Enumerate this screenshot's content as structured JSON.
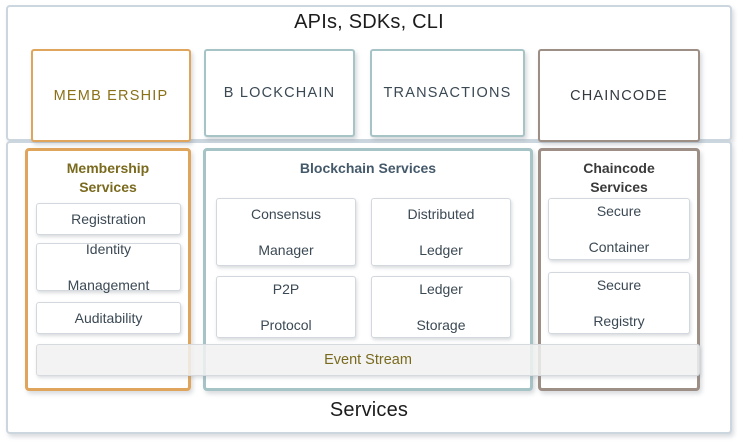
{
  "diagram": {
    "title_top": "APIs, SDKs, CLI",
    "title_bottom": "Services",
    "colors": {
      "membership_accent": "#e0a55c",
      "blockchain_accent": "#a6c3c6",
      "chaincode_accent": "#9d8e86",
      "frame_border": "#ccd6de",
      "membership_text": "#7a6a1e",
      "blockchain_text": "#44596a",
      "chaincode_text": "#3b3b3b",
      "box_text": "#3b4954"
    }
  },
  "interfaces": [
    {
      "id": "membership",
      "label": "MEMB ERSHIP"
    },
    {
      "id": "blockchain",
      "label": "B LOCKCHAIN"
    },
    {
      "id": "transactions",
      "label": "TRANSACTIONS"
    },
    {
      "id": "chaincode",
      "label": "CHAINCODE"
    }
  ],
  "panels": {
    "membership": {
      "title": "Membership\nServices",
      "title_line1": "Membership",
      "title_line2": "Services",
      "boxes": [
        {
          "id": "registration",
          "label": "Registration"
        },
        {
          "id": "identity",
          "label": "Identity\nManagement",
          "line1": "Identity",
          "line2": "Management"
        },
        {
          "id": "auditability",
          "label": "Auditability"
        }
      ]
    },
    "blockchain": {
      "title": "Blockchain Services",
      "boxes": [
        {
          "id": "consensus",
          "line1": "Consensus",
          "line2": "Manager"
        },
        {
          "id": "distributed",
          "line1": "Distributed",
          "line2": "Ledger"
        },
        {
          "id": "p2p",
          "line1": "P2P",
          "line2": "Protocol"
        },
        {
          "id": "ledgerstore",
          "line1": "Ledger",
          "line2": "Storage"
        }
      ]
    },
    "chaincode": {
      "title_line1": "Chaincode",
      "title_line2": "Services",
      "boxes": [
        {
          "id": "container",
          "line1": "Secure",
          "line2": "Container"
        },
        {
          "id": "registry",
          "line1": "Secure",
          "line2": "Registry"
        }
      ]
    }
  },
  "event_stream": {
    "label": "Event Stream"
  }
}
